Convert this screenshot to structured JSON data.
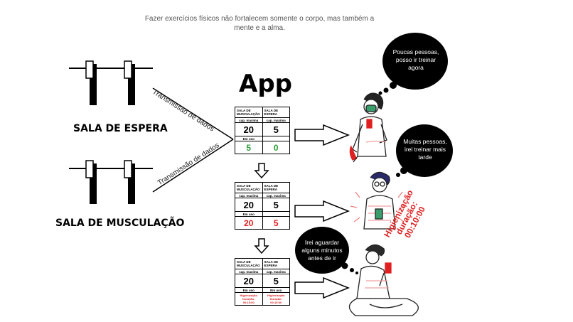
{
  "quote": "Fazer exercícios físicos não fortalecem somente o corpo, mas também a mente e a alma.",
  "rooms": {
    "waiting": "SALA DE ESPERA",
    "gym": "SALA DE MUSCULAÇÃO"
  },
  "transmission": {
    "top": "Transmissão de dados",
    "bottom": "Transmissão de dados"
  },
  "app_title": "App",
  "table_headers": {
    "gym": "SALA DE MUSCULAÇÃO",
    "waiting": "SALA DE ESPERA",
    "capacity": "cap. maxima",
    "in_use": "Em uso"
  },
  "tables": [
    {
      "cap_gym": "20",
      "cap_wait": "5",
      "use_gym": "5",
      "use_wait": "0",
      "use_color": "#2e9e3a"
    },
    {
      "cap_gym": "20",
      "cap_wait": "5",
      "use_gym": "20",
      "use_wait": "5",
      "use_color": "#e02020"
    },
    {
      "cap_gym": "20",
      "cap_wait": "5",
      "hyg_gym_1": "Higienização",
      "hyg_gym_2": "Duração:",
      "hyg_gym_3": "00:10:00",
      "hyg_wait_1": "Higienização",
      "hyg_wait_2": "Duração:",
      "hyg_wait_3": "00:10:00",
      "use_color": "#e02020"
    }
  ],
  "bubbles": {
    "b1": "Poucas pessoas, posso ir treinar agora",
    "b2": "Muitas pessoas, irei treinar mais tarde",
    "b3": "Irei aguardar alguns minutos antes de ir"
  },
  "hygiene_note": {
    "line1": "Higienização",
    "line2": "duração:",
    "line3": "00:10:00"
  }
}
